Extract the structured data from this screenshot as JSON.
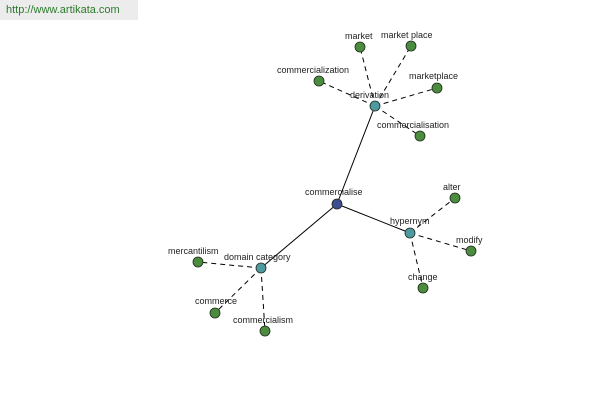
{
  "site": {
    "url": "http://www.artikata.com"
  },
  "colors": {
    "root_node": "#3d4d8f",
    "relation_node": "#4f9aa0",
    "leaf_node": "#4c8c3e",
    "node_stroke": "#1d2a1d",
    "edge": "#000000",
    "banner_bg": "#ececec",
    "banner_text": "#2b7a2b"
  },
  "graph": {
    "root": {
      "id": "commercialise",
      "label": "commercialise"
    },
    "relations": [
      {
        "id": "derivation",
        "label": "derivation"
      },
      {
        "id": "hypernym",
        "label": "hypernym"
      },
      {
        "id": "domain-category",
        "label": "domain category"
      }
    ],
    "leaves": [
      {
        "id": "market",
        "label": "market",
        "parent": "derivation"
      },
      {
        "id": "market-place",
        "label": "market place",
        "parent": "derivation"
      },
      {
        "id": "commercialization",
        "label": "commercialization",
        "parent": "derivation"
      },
      {
        "id": "marketplace",
        "label": "marketplace",
        "parent": "derivation"
      },
      {
        "id": "commercialisation",
        "label": "commercialisation",
        "parent": "derivation"
      },
      {
        "id": "alter",
        "label": "alter",
        "parent": "hypernym"
      },
      {
        "id": "modify",
        "label": "modify",
        "parent": "hypernym"
      },
      {
        "id": "change",
        "label": "change",
        "parent": "hypernym"
      },
      {
        "id": "mercantilism",
        "label": "mercantilism",
        "parent": "domain-category"
      },
      {
        "id": "commerce",
        "label": "commerce",
        "parent": "domain-category"
      },
      {
        "id": "commercialism",
        "label": "commercialism",
        "parent": "domain-category"
      }
    ]
  }
}
